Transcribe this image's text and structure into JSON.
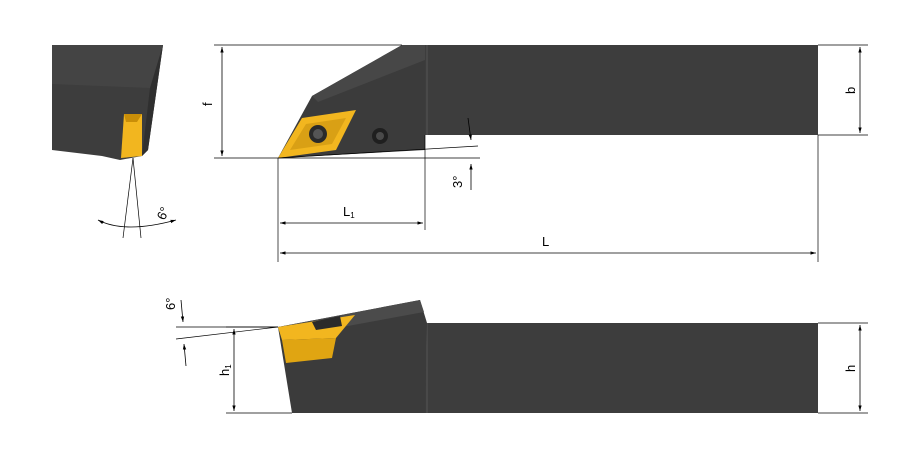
{
  "labels": {
    "f": "f",
    "b": "b",
    "h": "h",
    "h1_main": "h",
    "h1_sub": "1",
    "L": "L",
    "L1_main": "L",
    "L1_sub": "1",
    "angle_3": "3°",
    "angle_6_side": "6°",
    "angle_6_front": "6°"
  },
  "colors": {
    "body_dark": "#3b3b3b",
    "body_mid": "#454545",
    "body_light": "#505050",
    "edge": "#2a2a2a",
    "insert_gold": "#f2b61f",
    "insert_gold_dark": "#c98e08",
    "screw": "#1f1f1f"
  }
}
